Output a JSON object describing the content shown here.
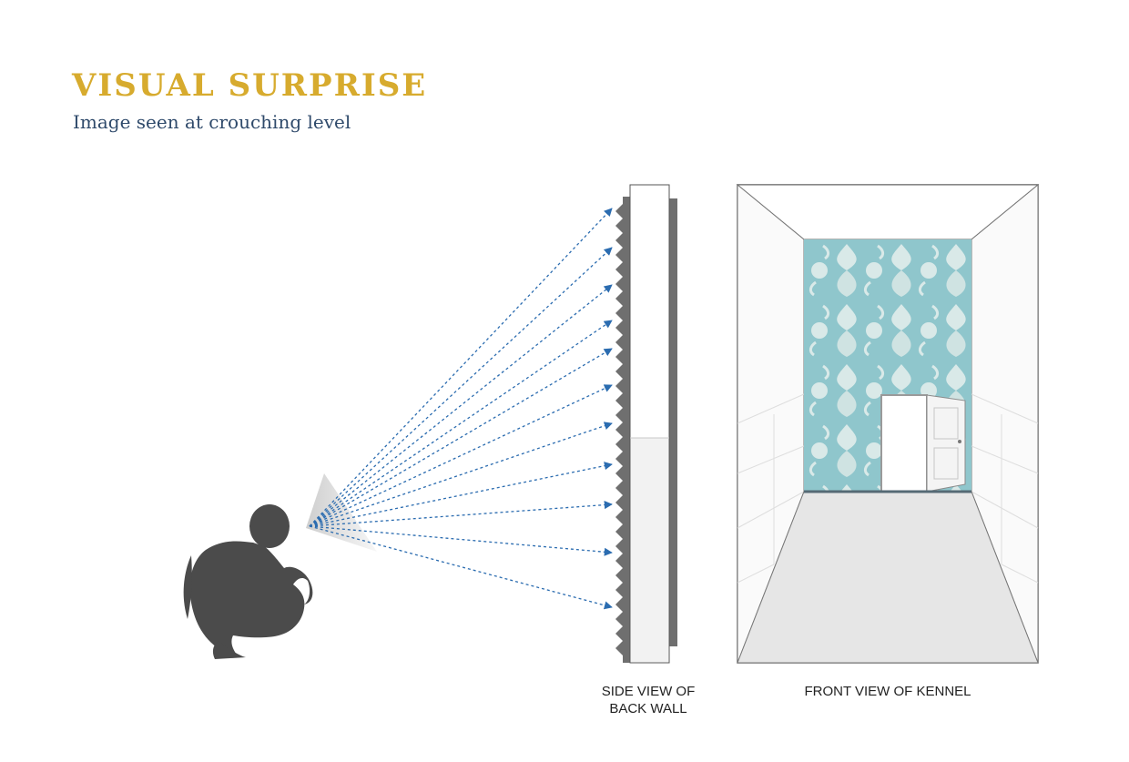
{
  "header": {
    "title": "VISUAL SURPRISE",
    "subtitle": "Image seen at crouching level"
  },
  "captions": {
    "side_view": [
      "SIDE VIEW OF",
      "BACK WALL"
    ],
    "front_view": "FRONT VIEW OF KENNEL"
  },
  "colors": {
    "title": "#d7ab2e",
    "subtitle": "#2f4a6b",
    "sight_lines": "#2b6cb0",
    "silhouette": "#4b4b4b",
    "wallpaper": "#8fc6cc"
  }
}
